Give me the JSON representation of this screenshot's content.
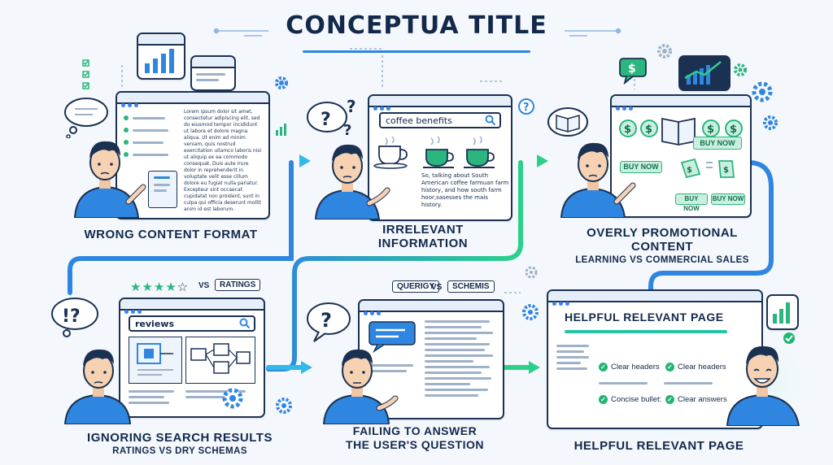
{
  "title": "CONCEPTUA TITLE",
  "colors": {
    "navy": "#13294b",
    "blue": "#2f86e0",
    "green": "#2bb57f",
    "teal": "#22c5a5"
  },
  "panels": [
    {
      "id": "wrong-format",
      "caption": "WRONG CONTENT FORMAT"
    },
    {
      "id": "irrelevant",
      "caption_line1": "IRRELEVANT",
      "caption_line2": "INFORMATION",
      "search": "coffee benefits",
      "body_text": "So, talking about South American coffee farmuan farm history, and how south farm hoor,sasesses the mais history."
    },
    {
      "id": "promotional",
      "caption": "OVERLY PROMOTIONAL CONTENT",
      "subcaption": "LEARNING VS COMMERCIAL SALES",
      "buy1": "BUY NOW",
      "buy2": "BUY NOW",
      "buy3": "BUY NOW",
      "buy4": "BUY NOW"
    },
    {
      "id": "ignoring",
      "caption": "IGNORING SEARCH RESULTS",
      "subcaption": "RATINGS VS DRY SCHEMAS",
      "search": "reviews",
      "vs": "VS",
      "ratings_label": "RATINGS"
    },
    {
      "id": "failing",
      "caption_line1": "FAILING TO ANSWER",
      "caption_line2": "THE USER'S QUESTION",
      "pill_left": "QUERIGY",
      "vs": "VS",
      "pill_right": "SCHEMIS"
    },
    {
      "id": "helpful",
      "caption": "HELPFUL RELEVANT PAGE",
      "page_title": "HELPFUL RELEVANT PAGE",
      "checks": [
        "Clear headers",
        "Clear headers",
        "Concise bullet:",
        "Clear answers"
      ]
    }
  ],
  "lorem": "Lorem ipsum dolor sit amet, consectetur adipiscing elit, sed do eiusmod tempor incididunt ut labore et dolore magna aliqua. Ut enim ad minim veniam, quis nostrud exercitation ullamco laboris nisi ut aliquip ex ea commodo consequat. Duis aute irure dolor in reprehenderit in voluptate velit esse cillum dolore eu fugiat nulla pariatur. Excepteur sint occaecat cupidatat non proident, sunt in culpa qui officia deserunt mollit anim id est laborum."
}
